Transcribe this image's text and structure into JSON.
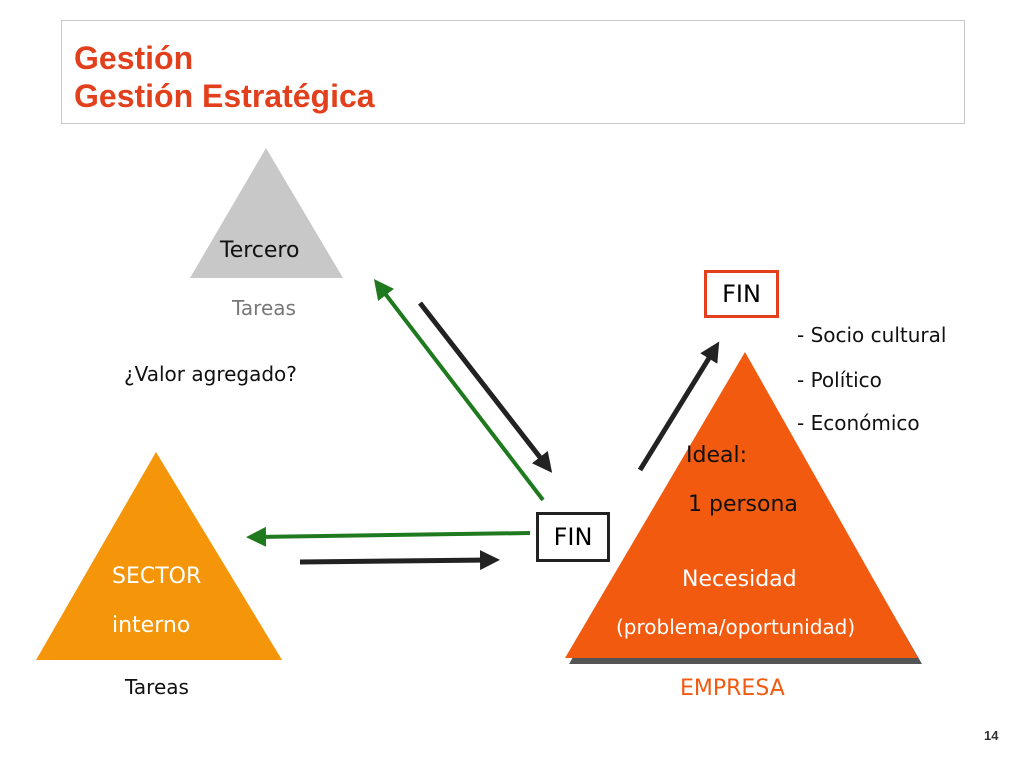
{
  "title": {
    "line1": "Gestión",
    "line2": "Gestión Estratégica"
  },
  "tercero": {
    "label": "Tercero",
    "tareas": "Tareas",
    "question": "¿Valor agregado?"
  },
  "sector": {
    "label_line1": "SECTOR",
    "label_line2": "interno",
    "tareas": "Tareas"
  },
  "empresa": {
    "ideal_line1": "Ideal:",
    "ideal_line2": "1 persona",
    "necesidad": "Necesidad",
    "problema": "(problema/oportunidad)",
    "label": "EMPRESA"
  },
  "fin_center": "FIN",
  "fin_top": "FIN",
  "contexts": [
    "- Socio cultural",
    "- Político",
    "- Económico"
  ],
  "colors": {
    "title": "#e2401c",
    "tercero_triangle": "#c8c8c8",
    "sector_triangle": "#f5960a",
    "empresa_triangle": "#f15a0f",
    "fin_top_border": "#e2401c",
    "green_arrow": "#1f7a1f",
    "dark_arrow": "#222222"
  },
  "page_number": "14"
}
